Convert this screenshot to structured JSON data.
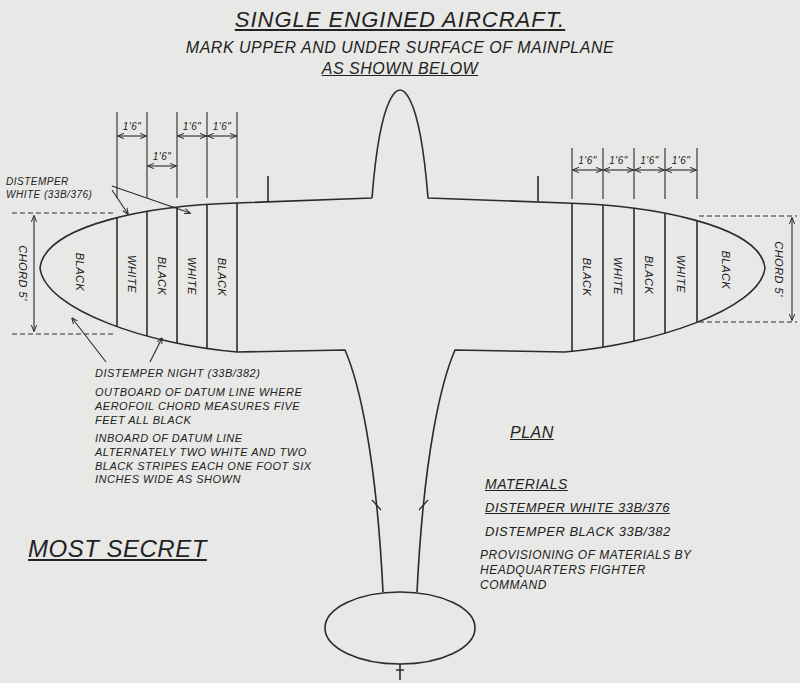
{
  "diagram": {
    "title": "SINGLE ENGINED AIRCRAFT.",
    "nodes": [
      {
        "text": [
          "BLACK"
        ]
      },
      {
        "text": [
          "WHITE"
        ]
      },
      {
        "text": [
          "BLACK"
        ]
      },
      {
        "text": [
          "WHITE"
        ]
      },
      {
        "text": [
          "BLACK"
        ]
      },
      {
        "text": [
          "BLACK"
        ]
      },
      {
        "text": [
          "WHITE"
        ]
      },
      {
        "text": [
          "BLACK"
        ]
      },
      {
        "text": [
          "WHITE"
        ]
      },
      {
        "text": [
          "BLACK"
        ]
      }
    ],
    "labels": [
      "MARK UPPER AND UNDER SURFACE OF MAINPLANE",
      "AS SHOWN BELOW",
      "1'6\"",
      "1'6\"",
      "1'6\"",
      "1'6\"",
      "1'6\"",
      "1'6\"",
      "1'6\"",
      "1'6\"",
      "DISTEMPER WHITE (33B/376)",
      "CHORD 5'",
      "CHORD 5'",
      "DISTEMPER NIGHT (33B/382)",
      "OUTBOARD OF DATUM LINE WHERE AEROFOIL CHORD MEASURES FIVE FEET ALL BLACK",
      "INBOARD OF DATUM LINE ALTERNATELY TWO WHITE AND TWO BLACK STRIPES EACH ONE FOOT SIX INCHES WIDE AS SHOWN",
      "PLAN",
      "MATERIALS",
      "DISTEMPER WHITE 33B/376",
      "DISTEMPER BLACK 33B/382",
      "PROVISIONING OF MATERIALS BY HEADQUARTERS FIGHTER COMMAND",
      "MOST SECRET"
    ]
  }
}
